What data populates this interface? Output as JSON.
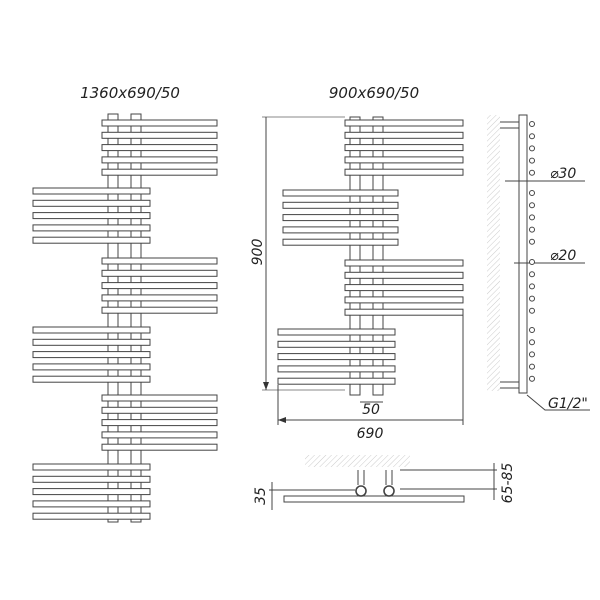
{
  "views": {
    "tall_model_label": "1360x690/50",
    "short_model_label": "900x690/50"
  },
  "dimensions": {
    "height": "900",
    "width": "690",
    "pipe_spacing": "50",
    "diameter_bar": "⌀30",
    "diameter_rod": "⌀20",
    "connection": "G1/2\"",
    "wall_offset": "65-85",
    "depth": "35"
  },
  "colors": {
    "line": "#444444",
    "hatch": "#cccccc"
  }
}
